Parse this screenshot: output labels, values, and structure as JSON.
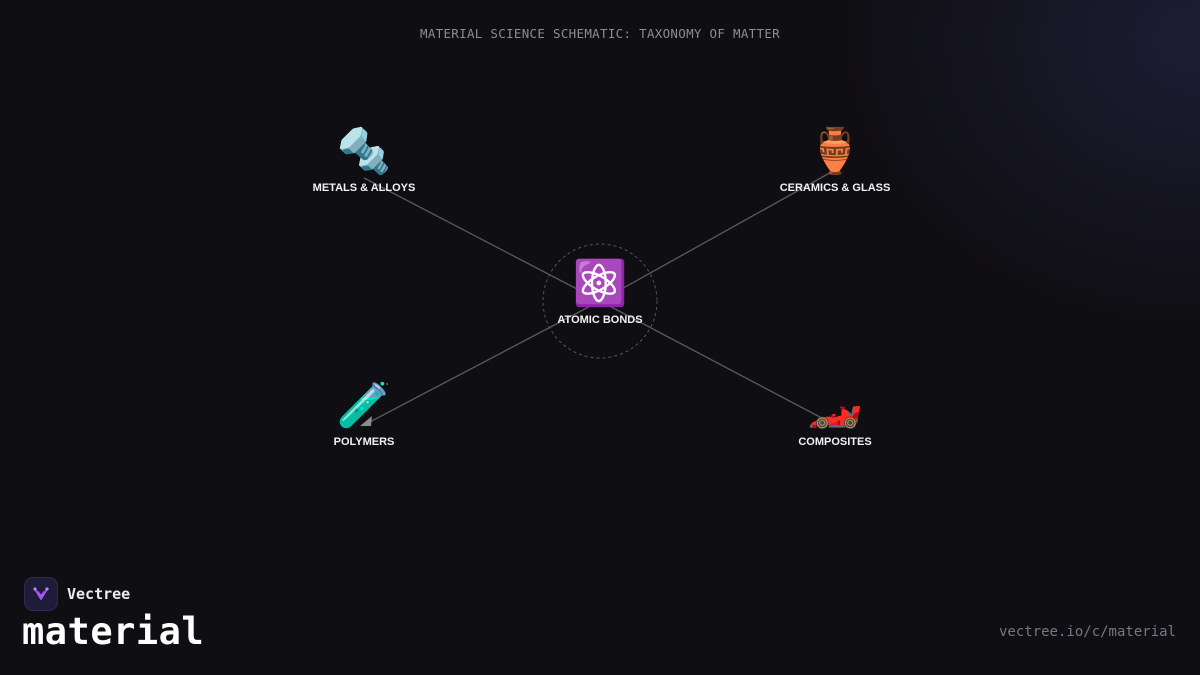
{
  "header": {
    "title": "MATERIAL SCIENCE SCHEMATIC: TAXONOMY OF MATTER"
  },
  "center": {
    "icon": "atom-icon",
    "emoji": "⚛️",
    "label": "ATOMIC BONDS"
  },
  "nodes": [
    {
      "icon": "bolt-nut-icon",
      "emoji": "🔩",
      "label": "METALS & ALLOYS"
    },
    {
      "icon": "amphora-icon",
      "emoji": "🏺",
      "label": "CERAMICS & GLASS"
    },
    {
      "icon": "test-tube-icon",
      "emoji": "🧪",
      "label": "POLYMERS"
    },
    {
      "icon": "racing-car-icon",
      "emoji": "🏎️",
      "label": "COMPOSITES"
    }
  ],
  "brand": {
    "name": "Vectree",
    "title": "material",
    "url": "vectree.io/c/material"
  },
  "colors": {
    "background": "#0f0e12",
    "connector": "#5a5a60",
    "accent": "#a855f7"
  }
}
